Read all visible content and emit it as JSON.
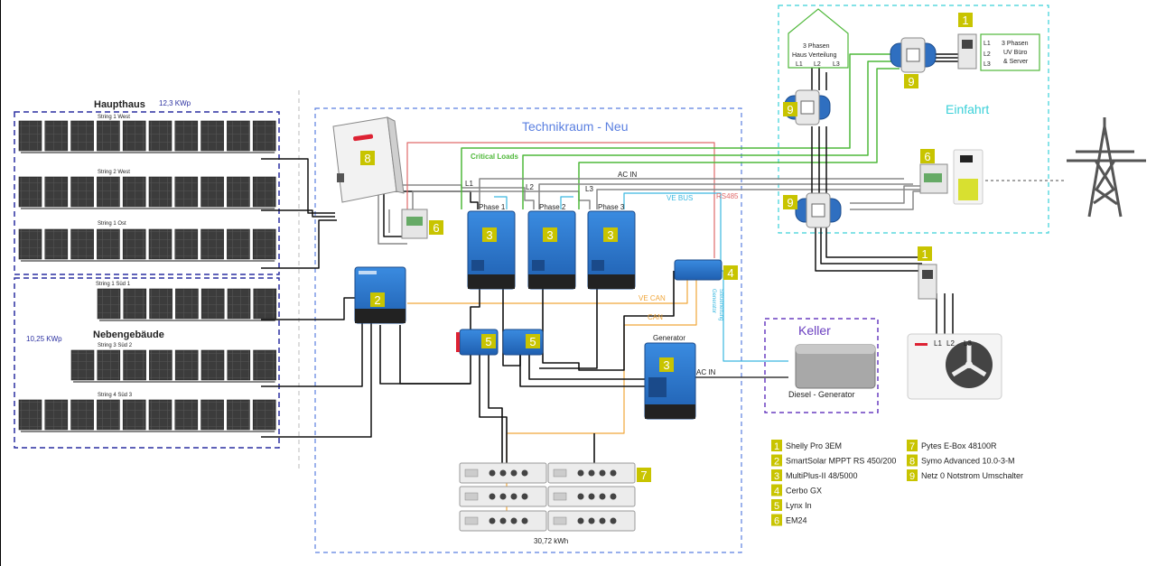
{
  "areas": {
    "technikraum": "Technikraum - Neu",
    "einfahrt": "Einfahrt",
    "keller": "Keller",
    "haupthaus": "Haupthaus",
    "haupthaus_power": "12,3 KWp",
    "nebengebaeude": "Nebengebäude",
    "nebengebaeude_power": "10,25 KWp"
  },
  "strings": {
    "s1_west": "String 1 West",
    "s2_west": "String 2 West",
    "s1_ost": "String 1 Ost",
    "s1_sued1": "String 1 Süd 1",
    "s3_sued2": "String 3 Süd  2",
    "s4_sued3": "String 4 Süd 3"
  },
  "lines": {
    "critical_loads": "Critical Loads",
    "ac_in": "AC IN",
    "ac_in_generator": "AC IN",
    "ve_bus": "VE BUS",
    "rs485": "RS485",
    "ve_can": "VE CAN",
    "can": "CAN",
    "steuerleitung_1": "Steuerleitung",
    "steuerleitung_2": "Generator",
    "l1": "L1",
    "l2": "L2",
    "l3": "L3"
  },
  "phases": [
    "Phase 1",
    "Phase 2",
    "Phase 3"
  ],
  "generator_label": "Generator",
  "diesel_label": "Diesel - Generator",
  "battery_capacity": "30,72 kWh",
  "haus_verteilung": {
    "line1": "3 Phasen",
    "line2": "Haus Verteilung",
    "phases": [
      "L1",
      "L2",
      "L3"
    ]
  },
  "uv_buero": {
    "line1": "3 Phasen",
    "line2": "UV Büro",
    "line3": "& Server",
    "phases": [
      "L1",
      "L2",
      "L3"
    ]
  },
  "heatpump_phases": [
    "L1",
    "L2",
    "L3"
  ],
  "badges": {
    "inverter": "8",
    "em24_inv": "6",
    "mppt": "2",
    "multi1": "3",
    "multi2": "3",
    "multi3": "3",
    "multi_gen": "3",
    "cerbo": "4",
    "lynx1": "5",
    "lynx2": "5",
    "battery": "7",
    "shelly_top": "1",
    "shelly_bottom": "1",
    "switch_top": "9",
    "switch_mid": "9",
    "switch_bottom": "9",
    "em24_grid": "6"
  },
  "legend": [
    {
      "num": "1",
      "label": "Shelly Pro 3EM"
    },
    {
      "num": "2",
      "label": "SmartSolar MPPT RS 450/200"
    },
    {
      "num": "3",
      "label": "MultiPlus-II 48/5000"
    },
    {
      "num": "4",
      "label": "Cerbo GX"
    },
    {
      "num": "5",
      "label": "Lynx In"
    },
    {
      "num": "6",
      "label": "EM24"
    },
    {
      "num": "7",
      "label": "Pytes E-Box 48100R"
    },
    {
      "num": "8",
      "label": "Symo Advanced 10.0-3-M"
    },
    {
      "num": "9",
      "label": "Netz 0 Notstrom Umschalter"
    }
  ],
  "colors": {
    "badge": "#c8c400",
    "victron_blue": "#2f7fd0",
    "dash_blue": "#3a4fc0",
    "cyan_dash": "#3ad0d8",
    "keller_purple": "#6a3fc0",
    "green": "#4fb83a",
    "red": "#e06a6a",
    "orange": "#f0a63a",
    "cyan": "#3ab8e0"
  }
}
